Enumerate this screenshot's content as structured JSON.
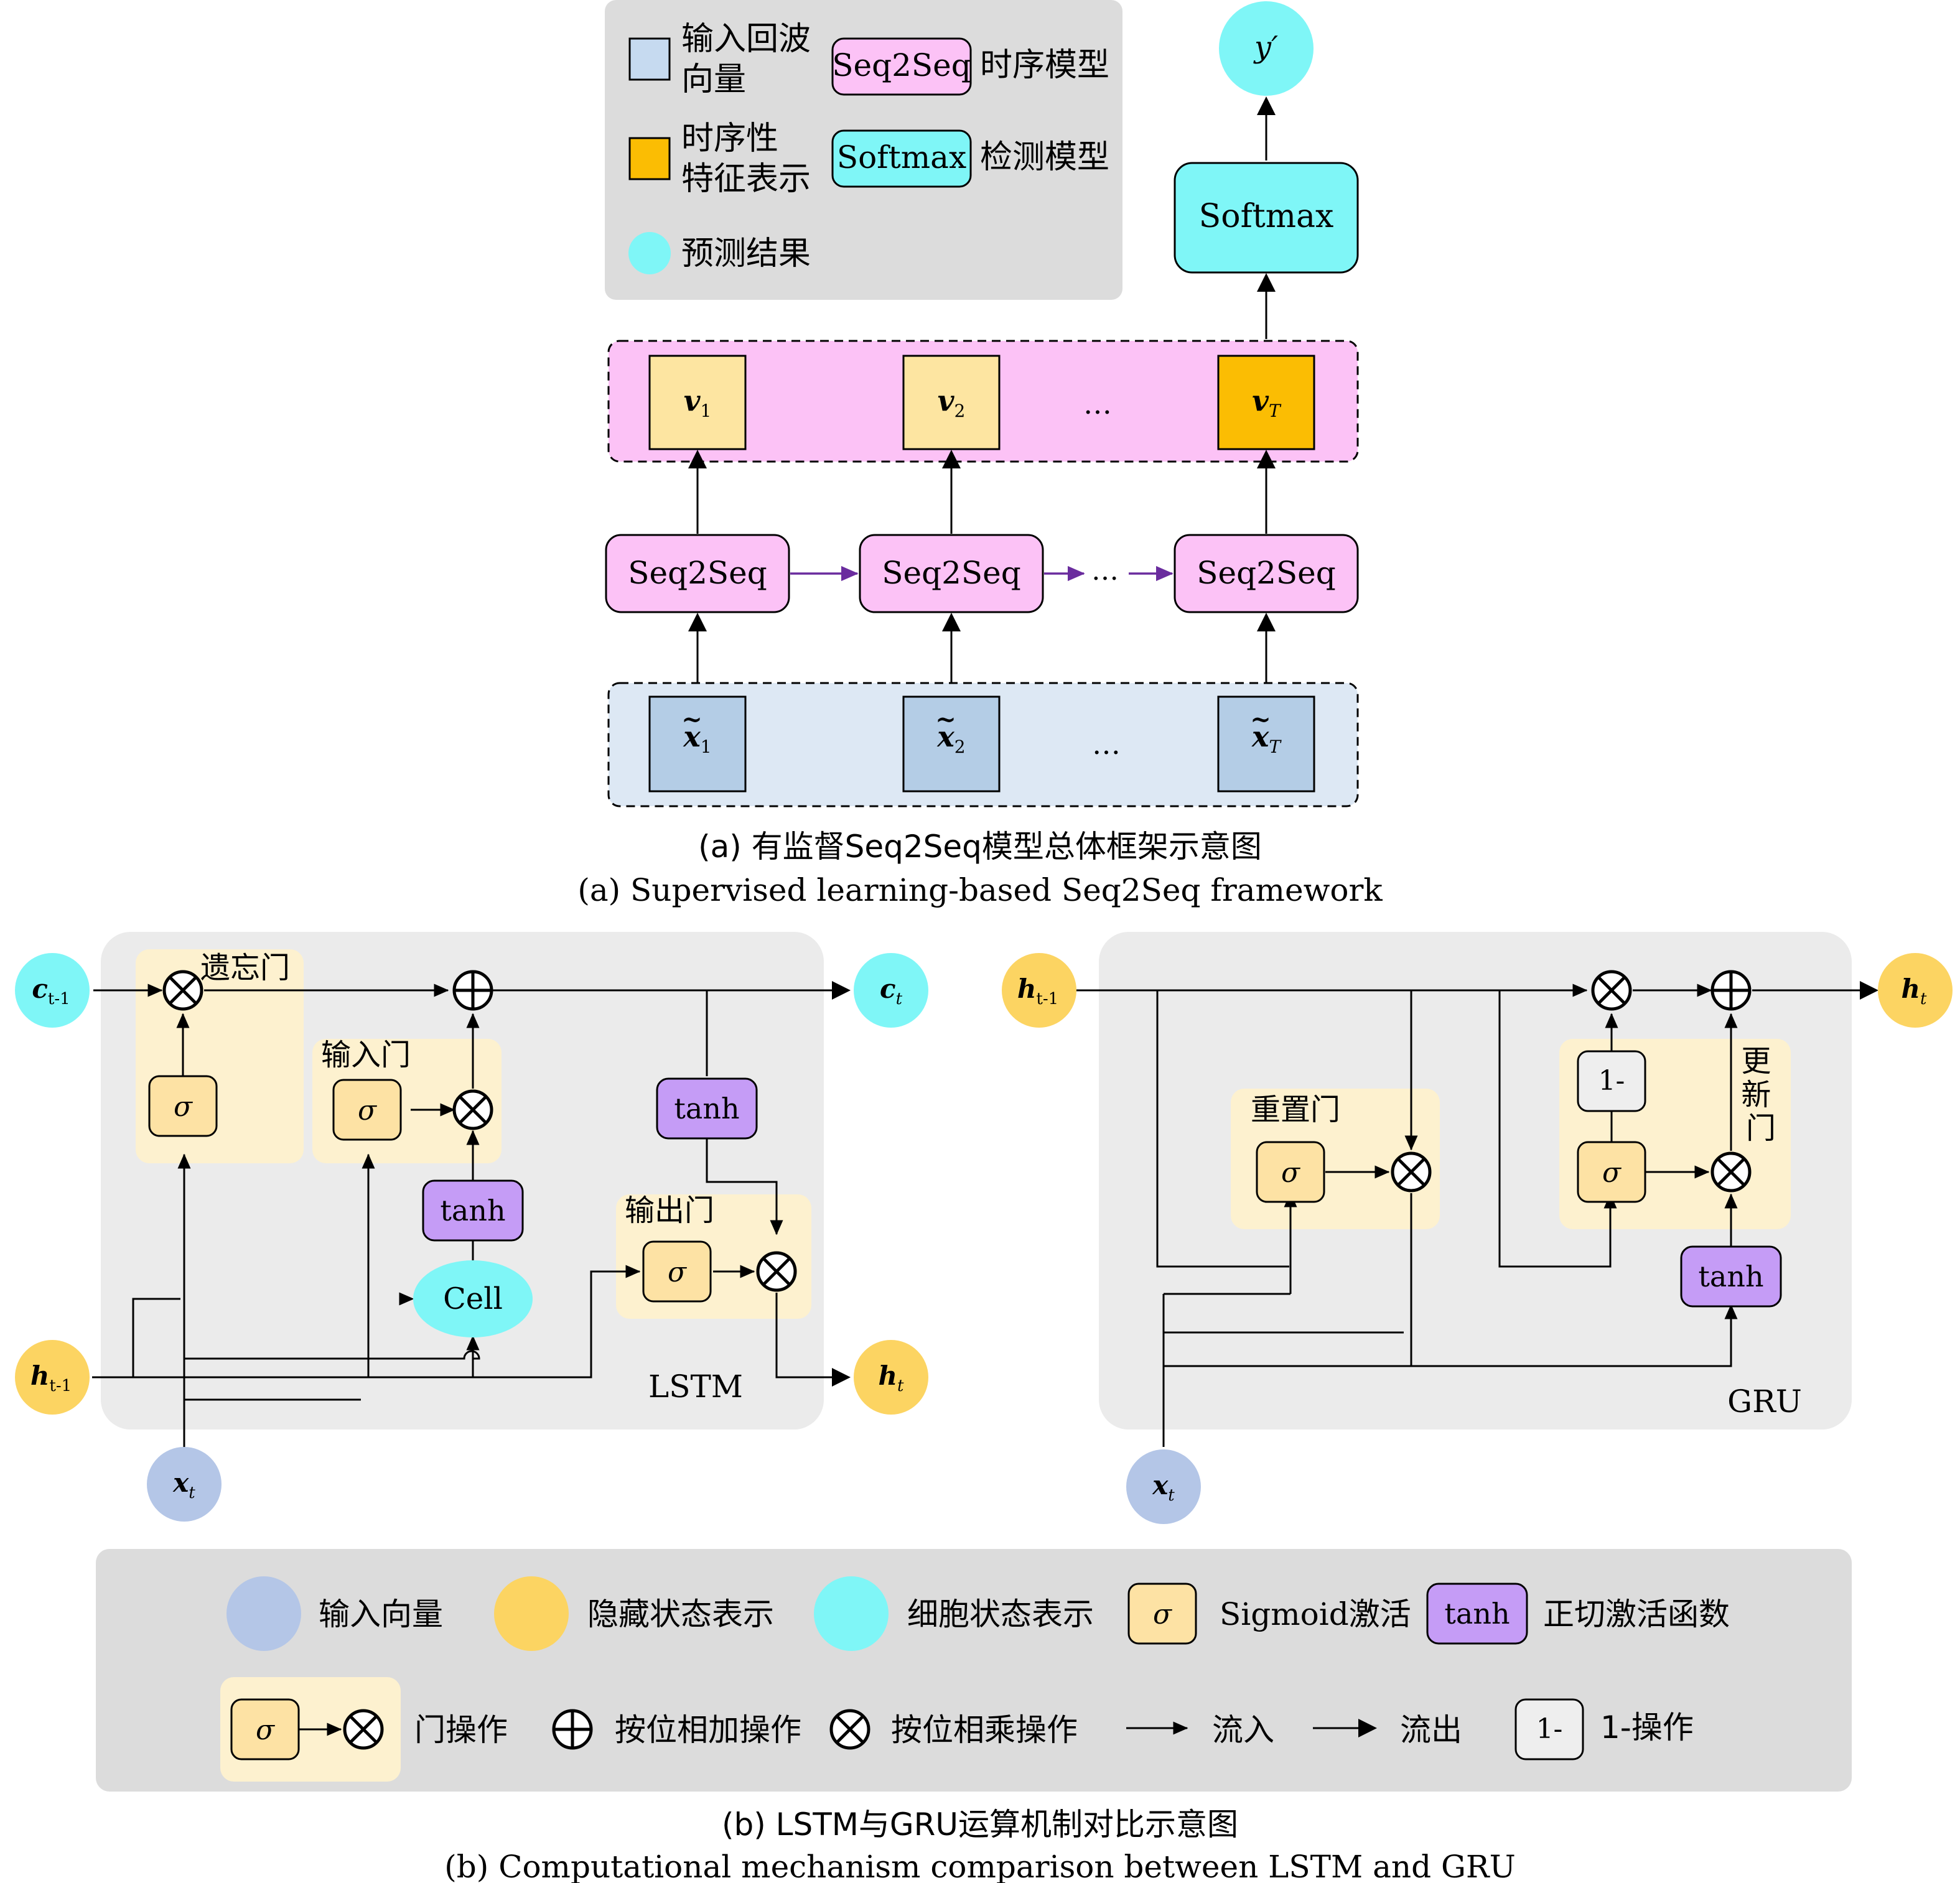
{
  "colors": {
    "input_vec": "#b4c6e7",
    "echo_box": "#c6daf0",
    "hidden": "#fcd462",
    "cell": "#7ff6f7",
    "seq2seq": "#fcc2f6",
    "gate_bg": "#fdf1cf",
    "sigma_box": "#fde2a4",
    "tanh_box": "#c59cf6",
    "orange_feature": "#fbbd03",
    "light_feature": "#fde5a1",
    "panel_gray": "#ebebeb",
    "legend_gray": "#dcdcdc",
    "purple_arrow": "#6a2c9e"
  },
  "top_legend": {
    "input_echo": "输入回波\n向量",
    "seq2seq_label": "Seq2Seq",
    "seq2seq_desc": "时序模型",
    "temporal_feature": "时序性\n特征表示",
    "softmax_label": "Softmax",
    "softmax_desc": "检测模型",
    "prediction": "预测结果"
  },
  "panel_a": {
    "output_symbol": "y′",
    "softmax": "Softmax",
    "features": [
      "v",
      "v",
      "…",
      "v"
    ],
    "feature_subs": [
      "1",
      "2",
      "",
      "T"
    ],
    "seq2seq_boxes": [
      "Seq2Seq",
      "Seq2Seq",
      "Seq2Seq"
    ],
    "seq_ellipsis": "…",
    "inputs": [
      "x",
      "x",
      "…",
      "x"
    ],
    "input_subs": [
      "1",
      "2",
      "",
      "T"
    ],
    "caption_cn": "(a) 有监督Seq2Seq模型总体框架示意图",
    "caption_en": "(a) Supervised learning-based Seq2Seq framework"
  },
  "lstm": {
    "c_prev": "c",
    "c_prev_sub": "t-1",
    "c_next": "c",
    "c_next_sub": "t",
    "h_prev": "h",
    "h_prev_sub": "t-1",
    "h_next": "h",
    "h_next_sub": "t",
    "x": "x",
    "x_sub": "t",
    "forget_gate": "遗忘门",
    "input_gate": "输入门",
    "output_gate": "输出门",
    "sigma": "σ",
    "tanh": "tanh",
    "cell": "Cell",
    "label": "LSTM"
  },
  "gru": {
    "h_prev": "h",
    "h_prev_sub": "t-1",
    "h_next": "h",
    "h_next_sub": "t",
    "x": "x",
    "x_sub": "t",
    "reset_gate": "重置门",
    "update_gate": "更\n新\n门",
    "one_minus": "1-",
    "sigma": "σ",
    "tanh": "tanh",
    "label": "GRU"
  },
  "bottom_legend": {
    "input_vector": "输入向量",
    "hidden_state": "隐藏状态表示",
    "cell_state": "细胞状态表示",
    "sigma": "σ",
    "sigmoid": "Sigmoid激活",
    "tanh": "tanh",
    "tanh_desc": "正切激活函数",
    "gate_op": "门操作",
    "add_op": "按位相加操作",
    "mul_op": "按位相乘操作",
    "flow_in": "流入",
    "flow_out": "流出",
    "one_minus": "1-",
    "one_minus_op": "1-操作"
  },
  "caption_b_cn": "(b) LSTM与GRU运算机制对比示意图",
  "caption_b_en": "(b) Computational mechanism comparison between LSTM and GRU"
}
